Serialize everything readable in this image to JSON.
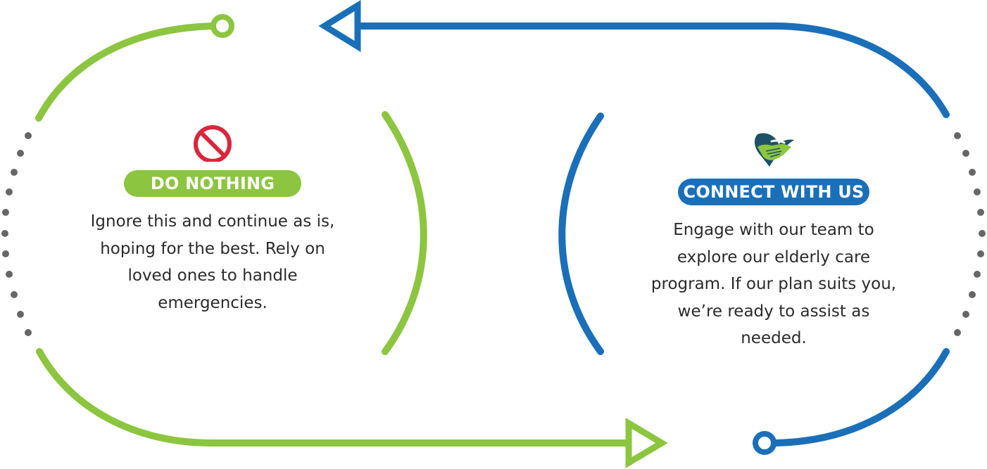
{
  "colors": {
    "green": "#8cc53f",
    "blue": "#1a6fb8",
    "red": "#d9263b",
    "dots": "#666666",
    "logo_dark": "#1d5266"
  },
  "left_option": {
    "icon": "prohibited-icon",
    "label": "DO NOTHING",
    "description": "Ignore this and continue as is, hoping for the best. Rely on loved ones to handle emergencies."
  },
  "right_option": {
    "icon": "heart-handshake-icon",
    "label": "CONNECT WITH US",
    "description": "Engage with our team to explore our elderly care program. If our plan suits you, we’re ready to assist as needed."
  }
}
